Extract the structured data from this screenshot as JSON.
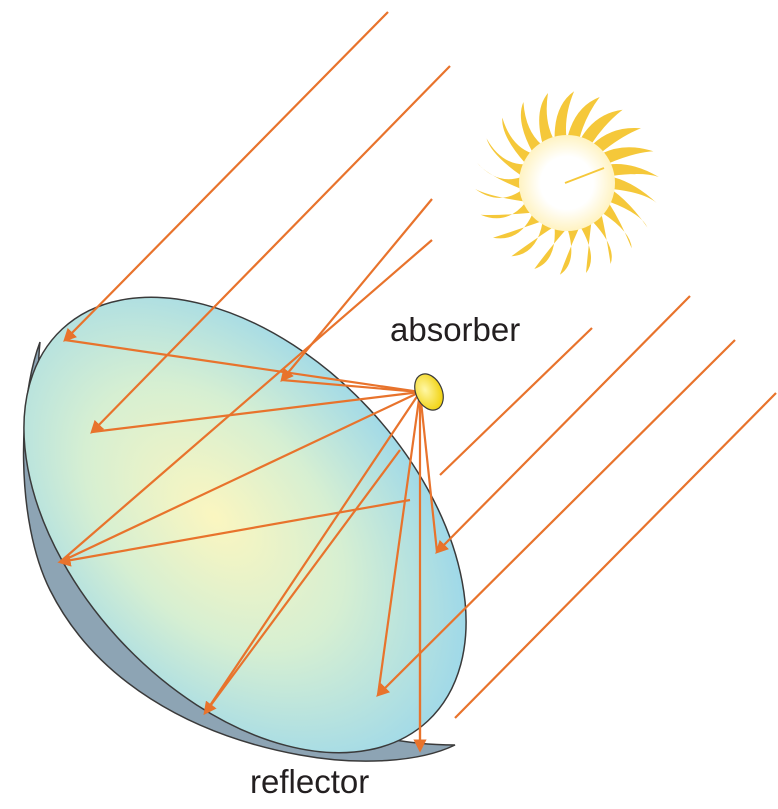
{
  "labels": {
    "absorber": "absorber",
    "reflector": "reflector"
  },
  "colors": {
    "ray": "#e8732c",
    "dish_face_center": "#fbf6c0",
    "dish_face_edge": "#8fd2ef",
    "dish_outline": "#3a3a3a",
    "dish_back": "#8da4b4",
    "absorber_fill": "#f6e019",
    "sun_rays": "#f5c83a",
    "sun_core": "#ffffff"
  },
  "icons": {
    "sun": "sun-icon",
    "absorber": "absorber-ellipse",
    "reflector": "parabolic-dish"
  }
}
